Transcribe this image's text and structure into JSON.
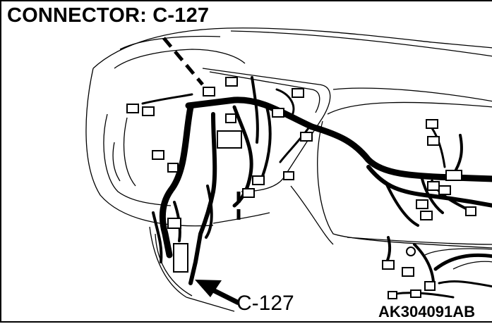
{
  "header": {
    "title": "CONNECTOR: C-127"
  },
  "callout": {
    "label": "C-127"
  },
  "figure": {
    "code": "AK304091AB"
  },
  "colors": {
    "ink": "#000000",
    "paper": "#ffffff"
  }
}
